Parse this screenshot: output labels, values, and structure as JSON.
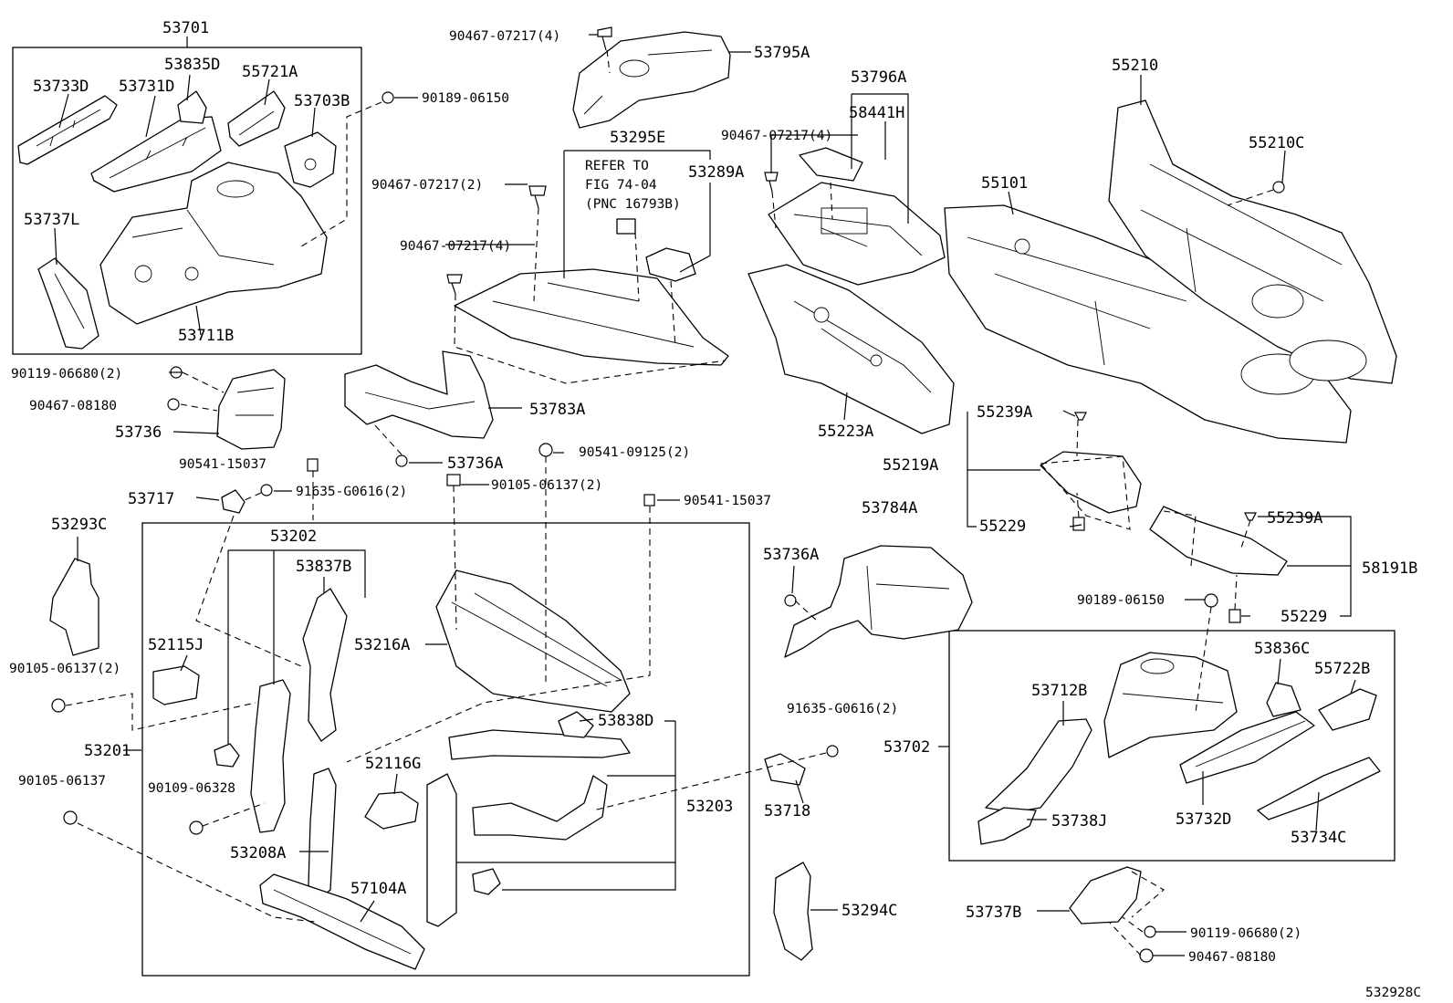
{
  "labels": {
    "p53701": "53701",
    "p53733D": "53733D",
    "p53835D": "53835D",
    "p53731D": "53731D",
    "p55721A": "55721A",
    "p53703B": "53703B",
    "p53737L": "53737L",
    "p53711B": "53711B",
    "f90189_06150_a": "90189-06150",
    "f90467_07217_4_a": "90467-07217(4)",
    "p53795A": "53795A",
    "p53295E": "53295E",
    "refer_note": [
      "REFER TO",
      "FIG 74-04",
      "(PNC 16793B)"
    ],
    "p53289A": "53289A",
    "f90467_07217_2": "90467-07217(2)",
    "f90467_07217_4_b": "90467-07217(4)",
    "p53796A": "53796A",
    "p58441H": "58441H",
    "f90467_07217_4_c": "90467-07217(4)",
    "p55210": "55210",
    "p55210C": "55210C",
    "p55101": "55101",
    "p55223A": "55223A",
    "f90119_06680_2_a": "90119-06680(2)",
    "f90467_08180_a": "90467-08180",
    "p53736": "53736",
    "p53783A": "53783A",
    "p53736A_a": "53736A",
    "f90541_15037_a": "90541-15037",
    "f90541_09125_2": "90541-09125(2)",
    "p53717": "53717",
    "f91635_G0616_2_a": "91635-G0616(2)",
    "f90105_06137_2_a": "90105-06137(2)",
    "f90541_15037_b": "90541-15037",
    "p55239A_a": "55239A",
    "p55219A": "55219A",
    "p55229_a": "55229",
    "p55239A_b": "55239A",
    "p58191B": "58191B",
    "f90189_06150_b": "90189-06150",
    "p55229_b": "55229",
    "p53293C": "53293C",
    "p53202": "53202",
    "p53837B": "53837B",
    "p53784A": "53784A",
    "p53736A_b": "53736A",
    "p52115J": "52115J",
    "p53216A": "53216A",
    "f90105_06137_2_b": "90105-06137(2)",
    "p53201": "53201",
    "f90105_06137": "90105-06137",
    "f90109_06328": "90109-06328",
    "p53838D": "53838D",
    "p52116G": "52116G",
    "p53203": "53203",
    "f91635_G0616_2_b": "91635-G0616(2)",
    "p53718": "53718",
    "p53208A": "53208A",
    "p57104A": "57104A",
    "p53294C": "53294C",
    "p53836C": "53836C",
    "p55722B": "55722B",
    "p53712B": "53712B",
    "p53702": "53702",
    "p53738J": "53738J",
    "p53732D": "53732D",
    "p53734C": "53734C",
    "p53737B": "53737B",
    "f90119_06680_2_b": "90119-06680(2)",
    "f90467_08180_b": "90467-08180",
    "diagram_id": "532928C"
  }
}
